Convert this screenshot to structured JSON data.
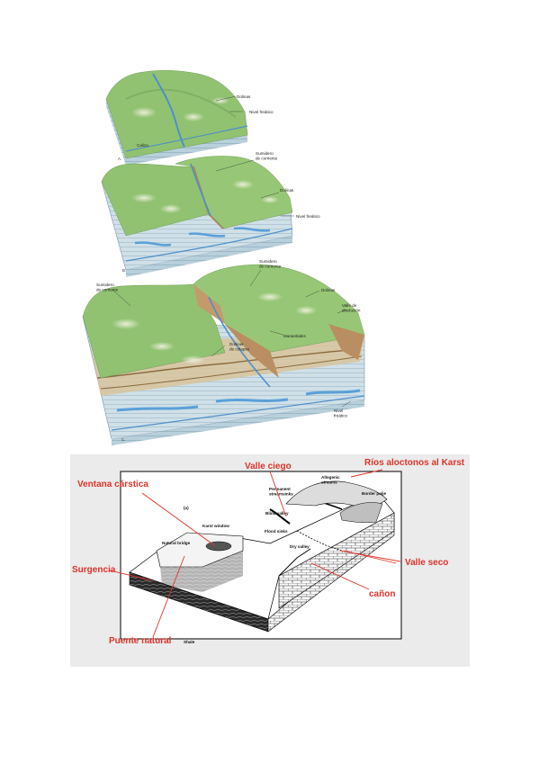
{
  "block_a": {
    "panel_label": "A.",
    "labels": {
      "dolinas": "Dolinas",
      "nivel_freatico": "Nivel freático",
      "caliza": "Caliza"
    }
  },
  "block_b": {
    "panel_label": "B.",
    "labels": {
      "sumidero": "Sumidero\nde corriente",
      "dolinas": "Dolinas",
      "nivel_freatico": "Nivel freático"
    }
  },
  "block_c": {
    "panel_label": "C.",
    "labels": {
      "sumidero_left": "Sumidero\nde corriente",
      "sumidero_top": "Sumidero\nde corriente",
      "dolinas": "Dolinas",
      "valle_disolucion": "Valle de\ndisolución",
      "manantiales": "Manantiales",
      "dolinas_colapso": "Dolinas\nde colapso",
      "nivel_freatico": "Nivel\nfreático"
    }
  },
  "bw_diagram": {
    "panel_label": "(a)",
    "labels": {
      "permanent_streamsinks": "Permanent\nstreamsinks",
      "allogenic_streams": "Allogenic\nstreams",
      "border_polje": "Border polje",
      "blind_valley": "Blind valley",
      "karst_window": "Karst window",
      "flood_sinks": "Flood sinks",
      "natural_bridge": "Natural bridge",
      "dry_valley": "Dry valley",
      "shale": "Shale"
    }
  },
  "annotations": {
    "valle_ciego": "Valle ciego",
    "rios_aloctonos": "Ríos aloctonos al Karst",
    "ventana_carstica": "Ventana cárstica",
    "valle_seco": "Valle seco",
    "surgencia": "Surgencia",
    "canon": "cañon",
    "puente_natural": "Puente natural"
  },
  "colors": {
    "annotation_red": "#e0332a",
    "grass": "#8fbf6e",
    "limestone": "#c9dde6",
    "water": "#5aa0d8",
    "sandstone": "#d8c39b"
  }
}
